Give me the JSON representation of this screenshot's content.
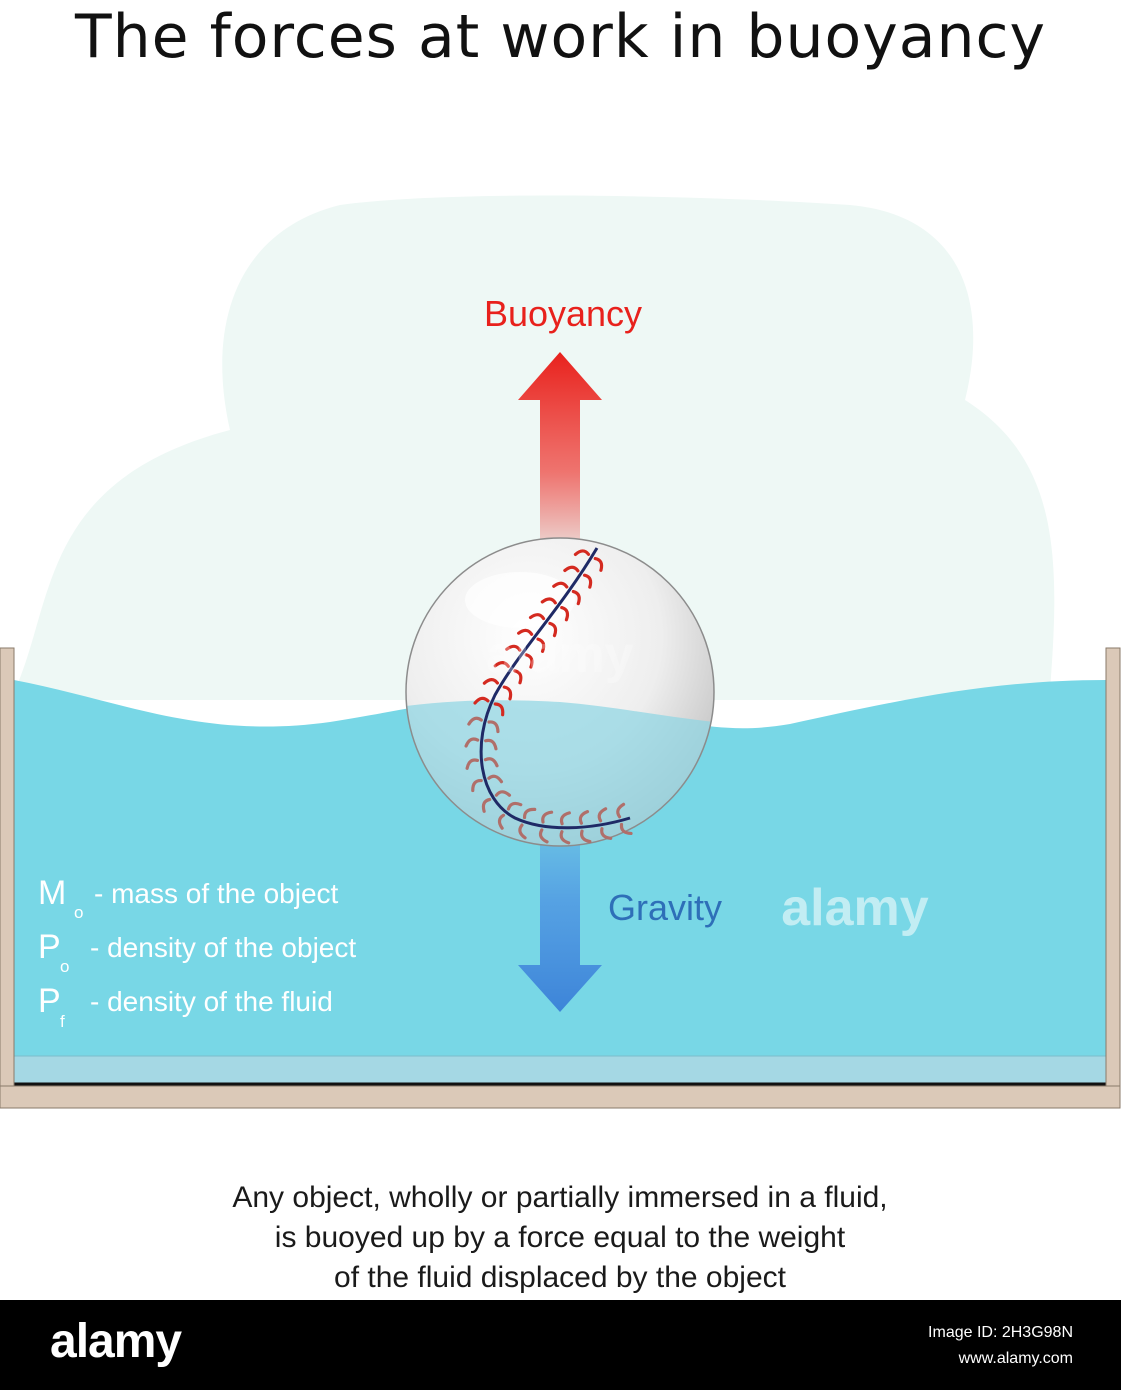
{
  "title": "The forces at work in buoyancy",
  "forces": {
    "buoyancy": {
      "label": "Buoyancy",
      "color": "#e8211c"
    },
    "gravity": {
      "label": "Gravity",
      "color": "#2e6fb8"
    }
  },
  "legend": [
    {
      "symbol": "M",
      "subscript": "o",
      "text": "- mass of the object"
    },
    {
      "symbol": "P",
      "subscript": "o",
      "text": "- density of the object"
    },
    {
      "symbol": "P",
      "subscript": "f",
      "text": "- density of the fluid"
    }
  ],
  "caption": [
    "Any object, wholly or partially immersed in a fluid,",
    "is buoyed up by a force equal to the weight",
    "of the fluid displaced by the object"
  ],
  "watermark": "alamy",
  "footer": {
    "logo": "alamy",
    "image_id": "Image ID: 2H3G98N",
    "site": "www.alamy.com"
  },
  "colors": {
    "water": "#78d7e6",
    "air": "#eef8f5",
    "tank_wall": "#dbc9b8"
  }
}
